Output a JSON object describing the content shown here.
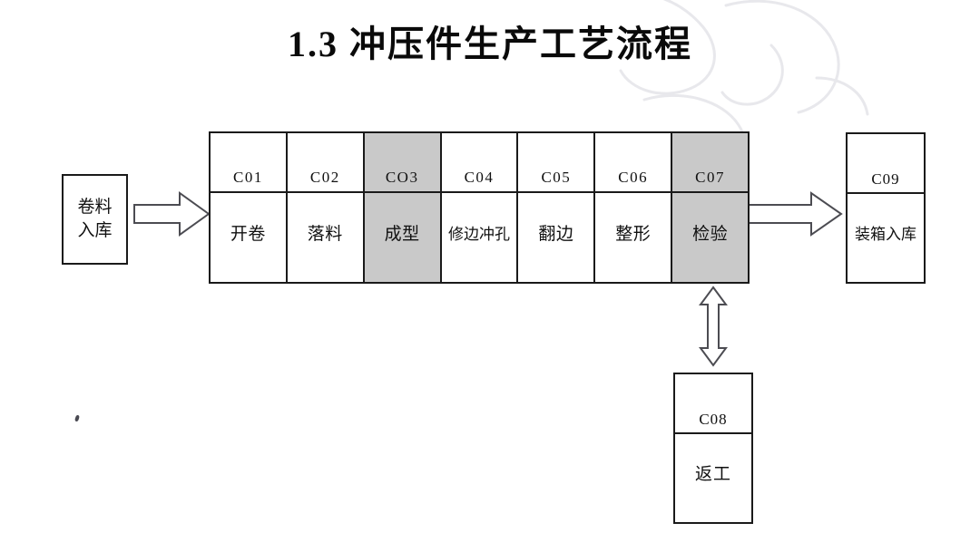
{
  "page": {
    "title": "1.3  冲压件生产工艺流程",
    "background_color": "#ffffff",
    "line_color": "#1a1a1a",
    "shaded_fill": "#c9c9c9"
  },
  "flow": {
    "start_box": {
      "label_line1": "卷料",
      "label_line2": "入库",
      "name": "卷料入库"
    },
    "stages": [
      {
        "code": "C01",
        "name": "开卷",
        "shaded": false
      },
      {
        "code": "C02",
        "name": "落料",
        "shaded": false
      },
      {
        "code": "CO3",
        "name": "成型",
        "shaded": true
      },
      {
        "code": "C04",
        "name": "修边冲孔",
        "shaded": false
      },
      {
        "code": "C05",
        "name": "翻边",
        "shaded": false
      },
      {
        "code": "C06",
        "name": "整形",
        "shaded": false
      },
      {
        "code": "C07",
        "name": "检验",
        "shaded": true
      }
    ],
    "rework_box": {
      "code": "C08",
      "name": "返工"
    },
    "end_box": {
      "code": "C09",
      "name": "装箱入库"
    },
    "connectors": [
      {
        "id": "start-to-stages",
        "kind": "block-arrow-right",
        "from": "卷料入库",
        "to": "C01"
      },
      {
        "id": "stages-to-end",
        "kind": "block-arrow-right",
        "from": "C07",
        "to": "C09"
      },
      {
        "id": "inspect-rework",
        "kind": "block-arrow-double-vertical",
        "from": "C07",
        "to": "C08"
      }
    ]
  }
}
